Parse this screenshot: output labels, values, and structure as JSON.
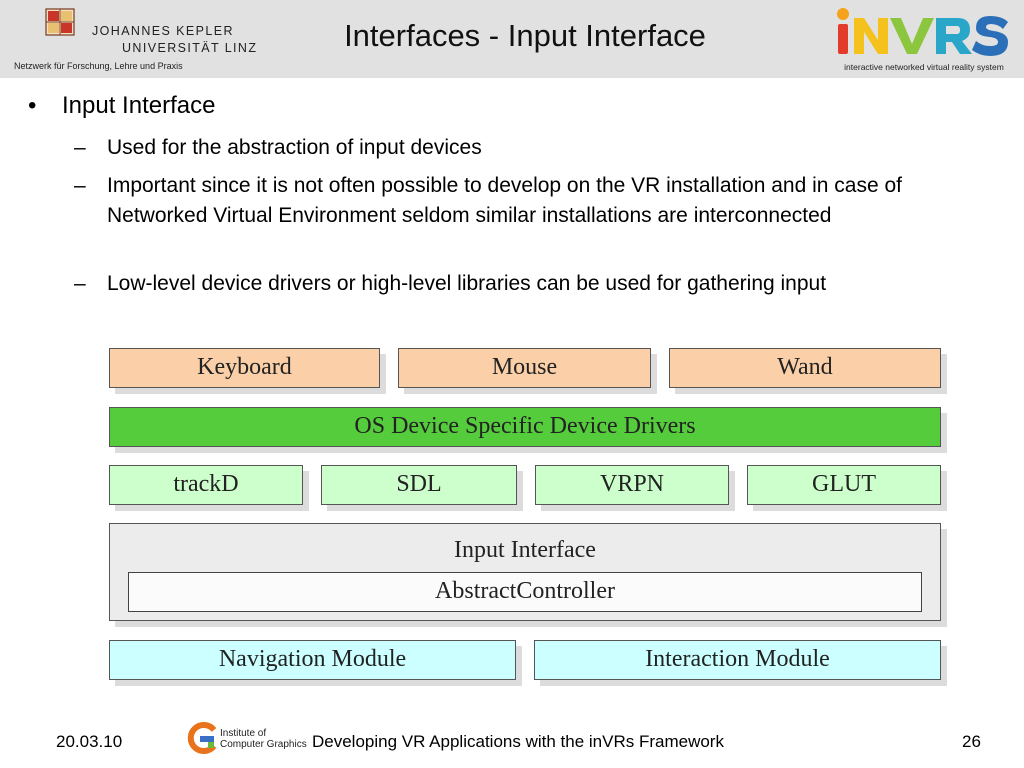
{
  "header": {
    "title": "Interfaces - Input Interface",
    "university": {
      "line1": "JOHANNES KEPLER",
      "line2": "UNIVERSITÄT LINZ",
      "tagline": "Netzwerk für Forschung, Lehre und Praxis"
    },
    "invrs_logo": {
      "wordmark": "iNVRS",
      "subtitle": "interactive networked virtual reality system"
    }
  },
  "bullets": {
    "main": "Input Interface",
    "sub": [
      "Used for the abstraction of input devices",
      "Important since it is not often possible to develop on the VR installation and in case of Networked Virtual Environment seldom similar installations are interconnected",
      "Low-level device drivers or high-level libraries can be used for gathering input"
    ]
  },
  "diagram": {
    "devices": [
      "Keyboard",
      "Mouse",
      "Wand"
    ],
    "drivers": "OS Device Specific Device Drivers",
    "libraries": [
      "trackD",
      "SDL",
      "VRPN",
      "GLUT"
    ],
    "input_interface": "Input Interface",
    "abstract_controller": "AbstractController",
    "modules": [
      "Navigation Module",
      "Interaction Module"
    ]
  },
  "footer": {
    "date": "20.03.10",
    "institute": {
      "line1": "Institute of",
      "line2": "Computer Graphics"
    },
    "title": "Developing VR Applications with the inVRs Framework",
    "page": "26"
  },
  "colors": {
    "header_bg": "#e1e1e1",
    "device_box": "#fbd0a8",
    "driver_box": "#55cc3c",
    "library_box": "#ccffcc",
    "interface_box": "#ececec",
    "module_box": "#ccffff"
  }
}
